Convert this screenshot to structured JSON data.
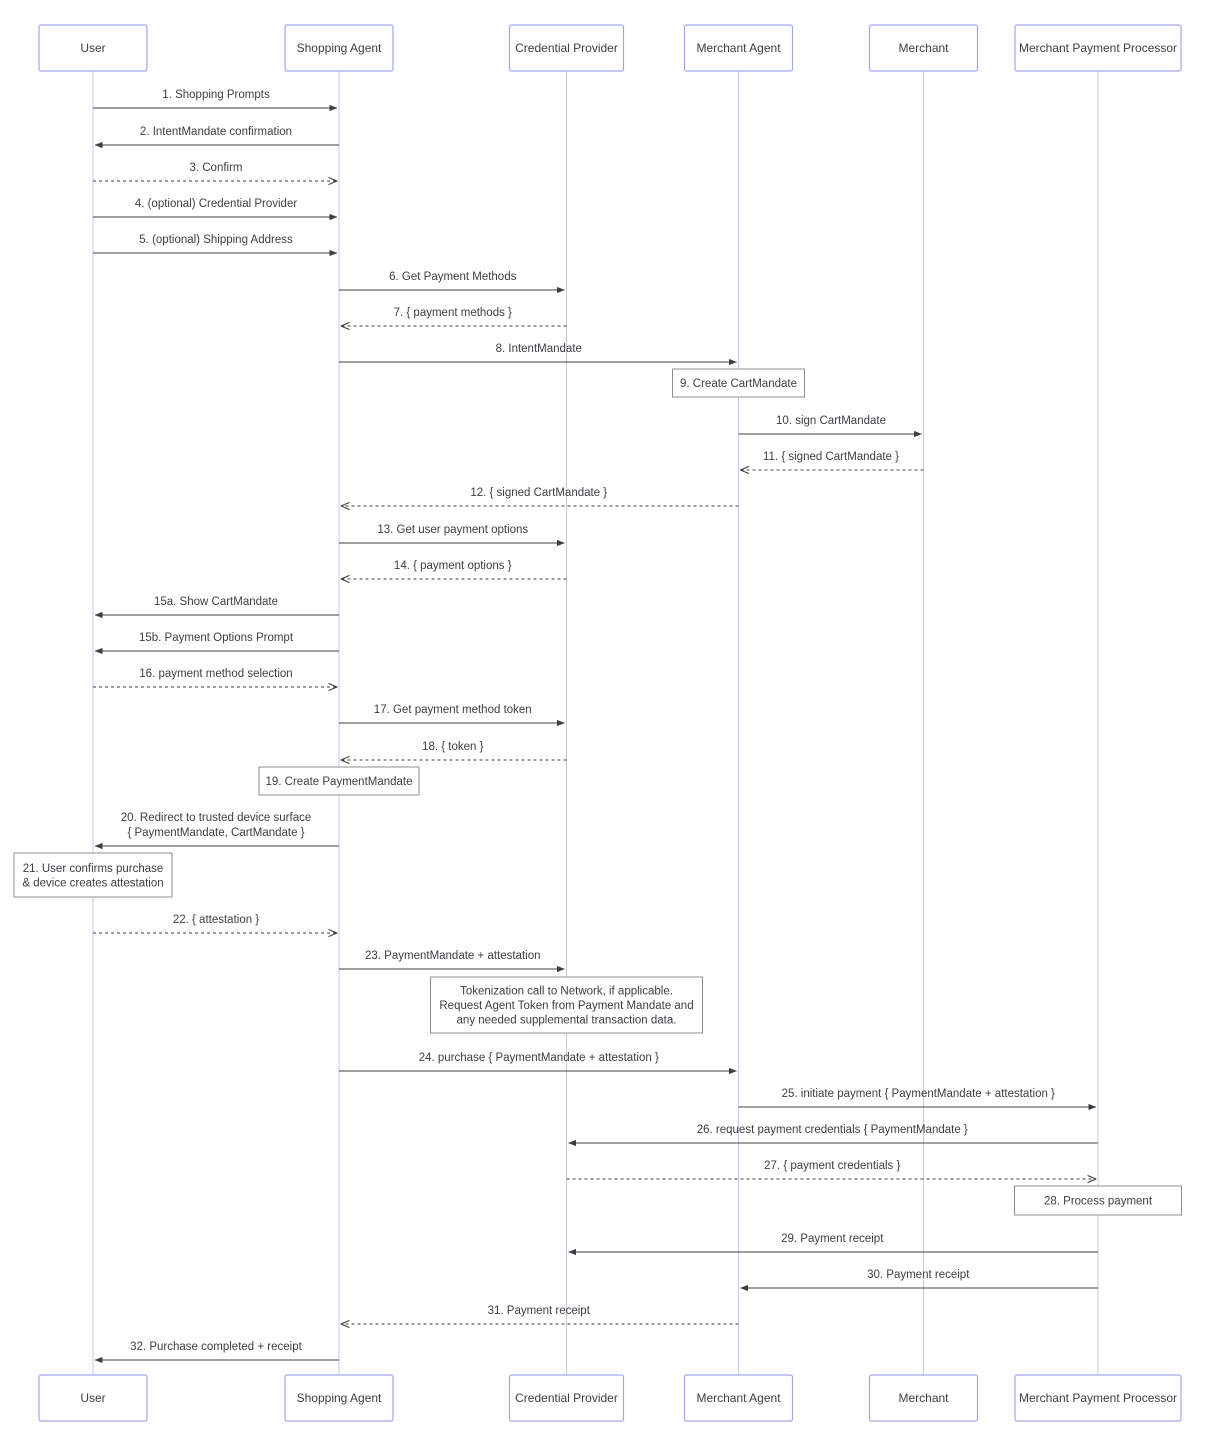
{
  "participants": [
    {
      "id": "user",
      "name": "User"
    },
    {
      "id": "shop",
      "name": "Shopping Agent"
    },
    {
      "id": "cred",
      "name": "Credential Provider"
    },
    {
      "id": "magent",
      "name": "Merchant Agent"
    },
    {
      "id": "merchant",
      "name": "Merchant"
    },
    {
      "id": "mpp",
      "name": "Merchant Payment Processor"
    }
  ],
  "steps": [
    {
      "kind": "msg",
      "from": "user",
      "to": "shop",
      "style": "solid",
      "lines": [
        "1. Shopping Prompts"
      ]
    },
    {
      "kind": "msg",
      "from": "shop",
      "to": "user",
      "style": "solid",
      "lines": [
        "2. IntentMandate confirmation"
      ]
    },
    {
      "kind": "msg",
      "from": "user",
      "to": "shop",
      "style": "dashed",
      "lines": [
        "3. Confirm"
      ]
    },
    {
      "kind": "msg",
      "from": "user",
      "to": "shop",
      "style": "solid",
      "lines": [
        "4. (optional) Credential Provider"
      ]
    },
    {
      "kind": "msg",
      "from": "user",
      "to": "shop",
      "style": "solid",
      "lines": [
        "5. (optional) Shipping Address"
      ]
    },
    {
      "kind": "msg",
      "from": "shop",
      "to": "cred",
      "style": "solid",
      "lines": [
        "6. Get Payment Methods"
      ]
    },
    {
      "kind": "msg",
      "from": "cred",
      "to": "shop",
      "style": "dashed",
      "lines": [
        "7. { payment methods }"
      ]
    },
    {
      "kind": "msg",
      "from": "shop",
      "to": "magent",
      "style": "solid",
      "lines": [
        "8. IntentMandate"
      ]
    },
    {
      "kind": "note",
      "over": "magent",
      "lines": [
        "9. Create CartMandate"
      ]
    },
    {
      "kind": "msg",
      "from": "magent",
      "to": "merchant",
      "style": "solid",
      "lines": [
        "10. sign CartMandate"
      ]
    },
    {
      "kind": "msg",
      "from": "merchant",
      "to": "magent",
      "style": "dashed",
      "lines": [
        "11. { signed CartMandate }"
      ]
    },
    {
      "kind": "msg",
      "from": "magent",
      "to": "shop",
      "style": "dashed",
      "lines": [
        "12. { signed CartMandate }"
      ]
    },
    {
      "kind": "msg",
      "from": "shop",
      "to": "cred",
      "style": "solid",
      "lines": [
        "13. Get user payment options"
      ]
    },
    {
      "kind": "msg",
      "from": "cred",
      "to": "shop",
      "style": "dashed",
      "lines": [
        "14. { payment options }"
      ]
    },
    {
      "kind": "msg",
      "from": "shop",
      "to": "user",
      "style": "solid",
      "lines": [
        "15a. Show CartMandate"
      ]
    },
    {
      "kind": "msg",
      "from": "shop",
      "to": "user",
      "style": "solid",
      "lines": [
        "15b. Payment Options Prompt"
      ]
    },
    {
      "kind": "msg",
      "from": "user",
      "to": "shop",
      "style": "dashed",
      "lines": [
        "16. payment method selection"
      ]
    },
    {
      "kind": "msg",
      "from": "shop",
      "to": "cred",
      "style": "solid",
      "lines": [
        "17. Get payment method token"
      ]
    },
    {
      "kind": "msg",
      "from": "cred",
      "to": "shop",
      "style": "dashed",
      "lines": [
        "18. { token }"
      ]
    },
    {
      "kind": "note",
      "over": "shop",
      "lines": [
        "19. Create PaymentMandate"
      ]
    },
    {
      "kind": "msg",
      "from": "shop",
      "to": "user",
      "style": "solid",
      "lines": [
        "20. Redirect to trusted device surface",
        "{ PaymentMandate, CartMandate }"
      ]
    },
    {
      "kind": "note",
      "over": "user",
      "lines": [
        "21. User confirms purchase",
        "& device creates attestation"
      ]
    },
    {
      "kind": "msg",
      "from": "user",
      "to": "shop",
      "style": "dashed",
      "lines": [
        "22. { attestation }"
      ]
    },
    {
      "kind": "msg",
      "from": "shop",
      "to": "cred",
      "style": "solid",
      "lines": [
        "23. PaymentMandate + attestation"
      ]
    },
    {
      "kind": "note",
      "over": "cred",
      "lines": [
        "Tokenization call to Network, if applicable.",
        "Request Agent Token from Payment Mandate and",
        "any needed supplemental transaction data."
      ]
    },
    {
      "kind": "msg",
      "from": "shop",
      "to": "magent",
      "style": "solid",
      "lines": [
        "24. purchase { PaymentMandate + attestation }"
      ]
    },
    {
      "kind": "msg",
      "from": "magent",
      "to": "mpp",
      "style": "solid",
      "lines": [
        "25. initiate payment { PaymentMandate + attestation }"
      ]
    },
    {
      "kind": "msg",
      "from": "mpp",
      "to": "cred",
      "style": "solid",
      "lines": [
        "26. request payment credentials { PaymentMandate }"
      ]
    },
    {
      "kind": "msg",
      "from": "cred",
      "to": "mpp",
      "style": "dashed",
      "lines": [
        "27. { payment credentials }"
      ]
    },
    {
      "kind": "note",
      "over": "mpp",
      "lines": [
        "28. Process payment"
      ]
    },
    {
      "kind": "msg",
      "from": "mpp",
      "to": "cred",
      "style": "solid",
      "lines": [
        "29. Payment receipt"
      ]
    },
    {
      "kind": "msg",
      "from": "mpp",
      "to": "magent",
      "style": "solid",
      "lines": [
        "30. Payment receipt"
      ]
    },
    {
      "kind": "msg",
      "from": "magent",
      "to": "shop",
      "style": "dashed",
      "lines": [
        "31. Payment receipt"
      ]
    },
    {
      "kind": "msg",
      "from": "shop",
      "to": "user",
      "style": "solid",
      "lines": [
        "32. Purchase completed + receipt"
      ]
    }
  ],
  "colors": {
    "actor_border": "#a4a8ea",
    "lifeline": "#c6c8f4",
    "line": "#3c4043",
    "text": "#3c4043",
    "note_border": "#8f8f8f"
  }
}
